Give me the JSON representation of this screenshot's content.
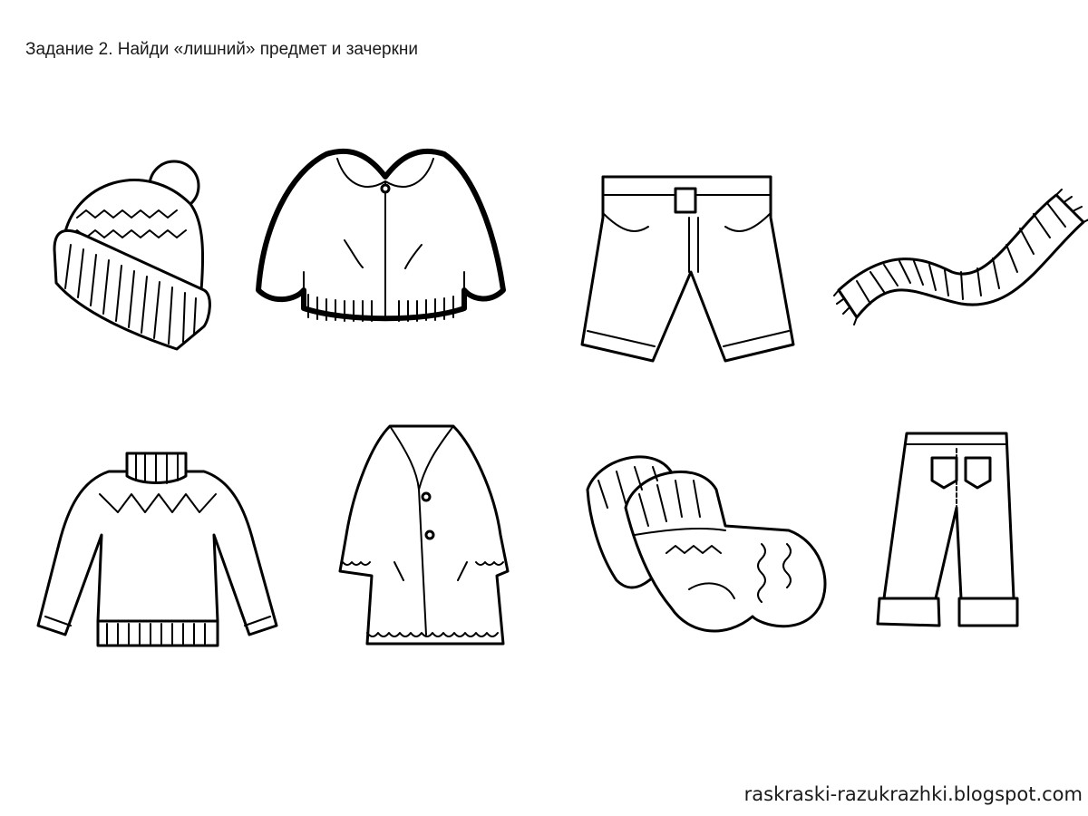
{
  "worksheet": {
    "title": "Задание 2. Найди «лишний» предмет и зачеркни",
    "watermark": "raskraski-razukrazhki.blogspot.com",
    "items": [
      "knit-hat",
      "jacket",
      "shorts",
      "scarf",
      "sweater",
      "fur-coat",
      "wool-socks",
      "jeans"
    ]
  }
}
